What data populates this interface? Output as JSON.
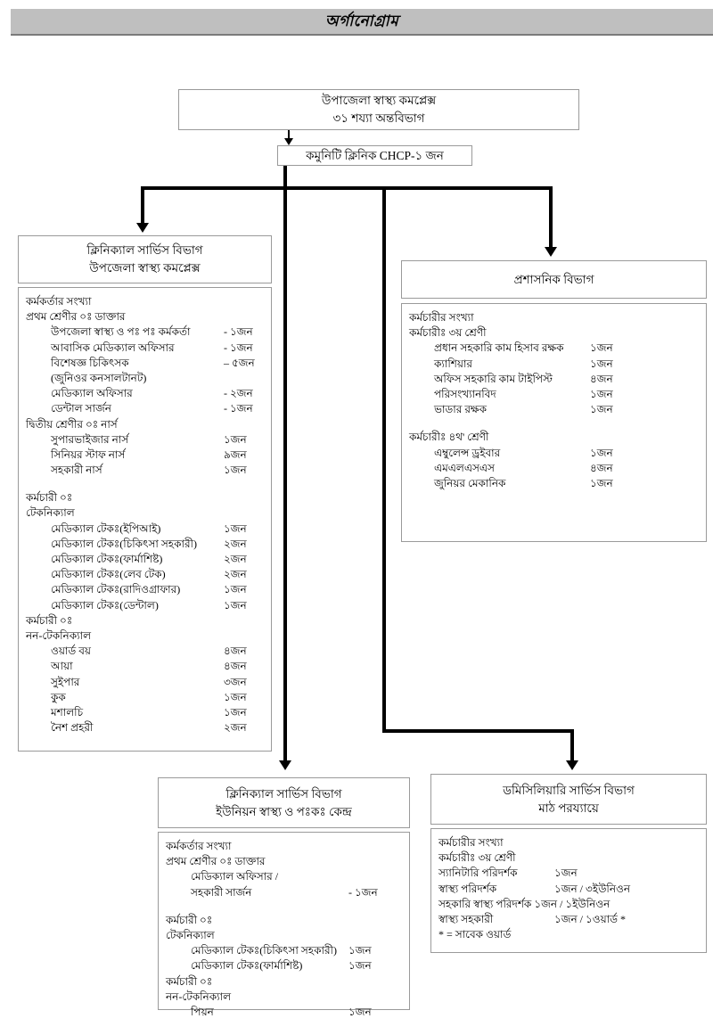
{
  "banner": {
    "title": "অর্গানোগ্রাম"
  },
  "top_box": {
    "line1": "উপাজেলা স্বাস্থ্য কমপ্লেক্স",
    "line2": "৩১ শয্যা অন্তবিভাগ"
  },
  "chcp_box": {
    "label": "কমুনিটি ক্লিনিক CHCP-১ জন"
  },
  "clinical_upazila": {
    "head_line1": "ক্লিনিক্যাল সার্ভিস বিভাগ",
    "head_line2": "উপজেলা স্বাস্থ্য কমপ্লেক্স",
    "rows": [
      {
        "type": "sec",
        "label": "কর্মকর্তার সংখ্যা",
        "value": ""
      },
      {
        "type": "sec",
        "label": "প্রথম শ্রেণীর ০ঃ ডাক্তার",
        "value": ""
      },
      {
        "type": "item",
        "label": "উপজেলা স্বাস্থ্য ও পঃ পঃ কর্মকর্তা",
        "value": "- ১জন"
      },
      {
        "type": "item",
        "label": "আবাসিক মেডিক্যাল অফিসার",
        "value": "- ১জন"
      },
      {
        "type": "item",
        "label": "বিশেষজ্ঞ  চিকিৎসক",
        "value": "– ৫জন"
      },
      {
        "type": "item",
        "label": "(জুনিওর কনসালটানট)",
        "value": ""
      },
      {
        "type": "item",
        "label": "মেডিক্যাল অফিসার",
        "value": "- ২জন"
      },
      {
        "type": "item",
        "label": "ডেন্টাল সার্জন",
        "value": "- ১জন"
      },
      {
        "type": "sec",
        "label": "দ্বিতীয় শ্রেণীর ০ঃ নার্স",
        "value": ""
      },
      {
        "type": "item",
        "label": "সুপারভাইজার নার্স",
        "value": "১জন"
      },
      {
        "type": "item",
        "label": "সিনিয়র স্টাফ  নার্স",
        "value": "৯জন"
      },
      {
        "type": "item",
        "label": "সহকারী নার্স",
        "value": "১জন"
      },
      {
        "type": "gap",
        "label": "",
        "value": ""
      },
      {
        "type": "sec",
        "label": "কর্মচারী ০ঃ",
        "value": ""
      },
      {
        "type": "sec",
        "label": "টেকনিক্যাল",
        "value": ""
      },
      {
        "type": "item",
        "label": "মেডিক্যাল টেকঃ(ইপিআই)",
        "value": "১জন"
      },
      {
        "type": "item",
        "label": "মেডিক্যাল টেকঃ(চিকিৎসা সহকারী)",
        "value": "২জন"
      },
      {
        "type": "item",
        "label": "মেডিক্যাল টেকঃ(ফার্মাশিষ্ট)",
        "value": "২জন"
      },
      {
        "type": "item",
        "label": "মেডিক্যাল টেকঃ(লেব টেক)",
        "value": "২জন"
      },
      {
        "type": "item",
        "label": "মেডিক্যাল টেকঃ(রাদিওগ্রাফার)",
        "value": "১জন"
      },
      {
        "type": "item",
        "label": "মেডিক্যাল টেকঃ(ডেন্টাল)",
        "value": "১জন"
      },
      {
        "type": "sec",
        "label": "কর্মচারী ০ঃ",
        "value": ""
      },
      {
        "type": "sec",
        "label": "নন-টেকনিক্যাল",
        "value": ""
      },
      {
        "type": "item",
        "label": "ওয়ার্ড বয়",
        "value": "৪জন"
      },
      {
        "type": "item",
        "label": "আয়া",
        "value": "৪জন"
      },
      {
        "type": "item",
        "label": "সুইপার",
        "value": "৩জন"
      },
      {
        "type": "item",
        "label": "কুক",
        "value": "১জন"
      },
      {
        "type": "item",
        "label": "মশালচি",
        "value": "১জন"
      },
      {
        "type": "item",
        "label": "নৈশ প্রহরী",
        "value": "২জন"
      }
    ]
  },
  "administrative": {
    "head_line1": "প্রশাসনিক বিভাগ",
    "rows": [
      {
        "type": "sec",
        "label": "কর্মচারীর সংখ্যা",
        "value": ""
      },
      {
        "type": "sec",
        "label": "কর্মচারীঃ ৩য় শ্রেণী",
        "value": ""
      },
      {
        "type": "item",
        "label": "প্রধান সহকারি কাম হিসাব রক্ষক",
        "value": "১জন"
      },
      {
        "type": "item",
        "label": "ক্যাশিয়ার",
        "value": "১জন"
      },
      {
        "type": "item",
        "label": "অফিস সহকারি  কাম টাইপিস্ট",
        "value": "৪জন"
      },
      {
        "type": "item",
        "label": "পরিসংখ্যানবিদ",
        "value": "১জন"
      },
      {
        "type": "item",
        "label": "ভাডার রক্ষক",
        "value": "১জন"
      },
      {
        "type": "gap",
        "label": "",
        "value": ""
      },
      {
        "type": "sec",
        "label": "কর্মচারীঃ ৪থ' শ্রেণী",
        "value": ""
      },
      {
        "type": "item",
        "label": "এম্বুলেন্স ড্রইবার",
        "value": "১জন"
      },
      {
        "type": "item",
        "label": "এমএলএসএস",
        "value": "৪জন"
      },
      {
        "type": "item",
        "label": "জুনিয়র মেকানিক",
        "value": "১জন"
      }
    ]
  },
  "clinical_union": {
    "head_line1": "ক্লিনিক্যাল সার্ভিস বিভাগ",
    "head_line2": "ইউনিয়ন স্বাস্থ্য ও পঃকঃ কেন্দ্র",
    "rows": [
      {
        "type": "sec",
        "label": "কর্মকর্তার সংখ্যা",
        "value": ""
      },
      {
        "type": "sec",
        "label": "প্রথম শ্রেণীর ০ঃ ডাক্তার",
        "value": ""
      },
      {
        "type": "item",
        "label": "মেডিক্যাল অফিসার /",
        "value": ""
      },
      {
        "type": "item",
        "label": "সহকারী সার্জন",
        "value": "- ১জন"
      },
      {
        "type": "gap",
        "label": "",
        "value": ""
      },
      {
        "type": "sec",
        "label": "কর্মচারী ০ঃ",
        "value": ""
      },
      {
        "type": "sec",
        "label": "টেকনিক্যাল",
        "value": ""
      },
      {
        "type": "item",
        "label": "মেডিক্যাল টেকঃ(চিকিৎসা সহকারী)",
        "value": "১জন"
      },
      {
        "type": "item",
        "label": "মেডিক্যাল টেকঃ(ফার্মাশিষ্ট)",
        "value": "১জন"
      },
      {
        "type": "sec",
        "label": "কর্মচারী ০ঃ",
        "value": ""
      },
      {
        "type": "sec",
        "label": "নন-টেকনিক্যাল",
        "value": ""
      },
      {
        "type": "item",
        "label": "পিয়ন",
        "value": "১জন"
      }
    ]
  },
  "domiciliary": {
    "head_line1": "ডমিসিলিয়ারি সার্ভিস বিভাগ",
    "head_line2": "মাঠ পরয্যায়ে",
    "rows": [
      {
        "type": "sec",
        "label": "কর্মচারীর সংখ্যা",
        "value": ""
      },
      {
        "type": "sec",
        "label": "কর্মচারীঃ ৩য় শ্রেণী",
        "value": ""
      },
      {
        "type": "sec",
        "label": "স্যানিটারি পরিদর্শক",
        "value": "১জন"
      },
      {
        "type": "sec",
        "label": "স্বাস্থ্য পরিদর্শক",
        "value": "১জন / ৩ইউনিওন"
      },
      {
        "type": "sec",
        "label": "সহকারি স্বাস্থ্য পরিদর্শক ১জন / ১ইউনিওন",
        "value": ""
      },
      {
        "type": "sec",
        "label": "স্বাস্থ্য সহকারী",
        "value": "১জন / ১ওয়ার্ড *"
      },
      {
        "type": "sec",
        "label": "* = সাবেক ওয়ার্ড",
        "value": ""
      }
    ]
  },
  "colors": {
    "banner_bg": "#bfbfbf",
    "box_border": "#9a9a9a",
    "connector": "#000000",
    "text": "#000000"
  }
}
